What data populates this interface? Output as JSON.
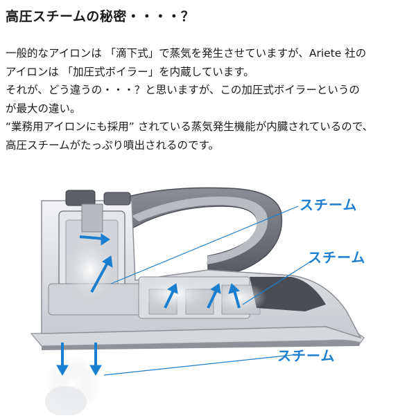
{
  "heading": "高圧スチームの秘密・・・・？",
  "paragraph_lines": [
    "一般的なアイロンは 「滴下式」で蒸気を発生させていますが、Ariete 社の",
    "アイロンは 「加圧式ボイラー」を内蔵しています。",
    "それが、どう違うの・・・？と思いますが、この加圧式ボイラーというの",
    "が最大の違い。",
    "“業務用アイロンにも採用” されている蒸気発生機能が内臓されているので、",
    "高圧スチームがたっぷり噴出されるのです。"
  ],
  "labels": {
    "steam_1": "スチーム",
    "steam_2": "スチーム",
    "steam_3": "スチーム"
  },
  "colors": {
    "accent": "#1a7fd0",
    "text": "#1a1a1a"
  }
}
